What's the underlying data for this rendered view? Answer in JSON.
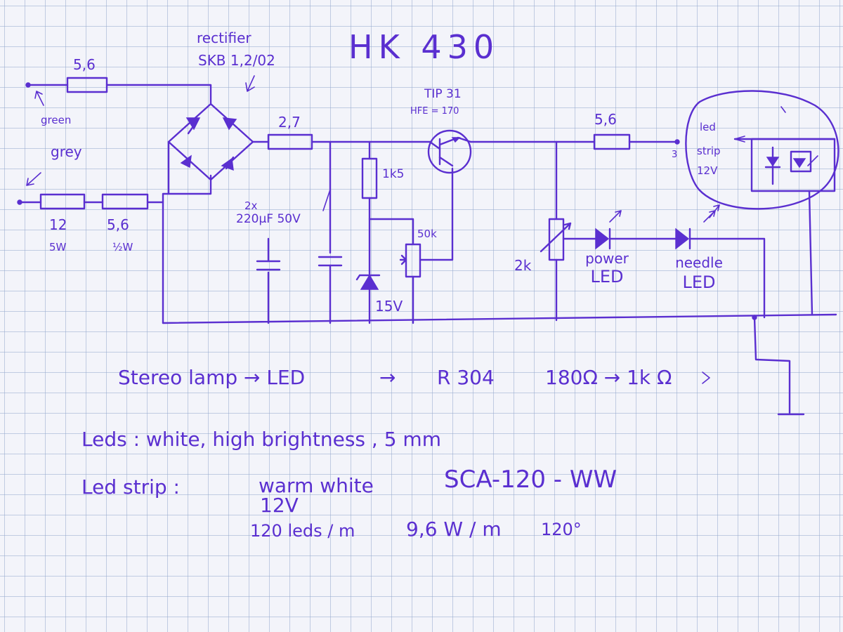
{
  "title": "HK 430",
  "labels": {
    "r_green": "5,6",
    "green": "green",
    "grey": "grey",
    "r_grey1": "12",
    "r_grey1_power": "5W",
    "r_grey2": "5,6",
    "r_grey2_power": "½W",
    "rectifier": "rectifier",
    "rectifier_part": "SKB 1,2/02",
    "r_after_rect": "2,7",
    "caps_count": "2x",
    "caps_value": "220μF 50V",
    "r_1k5": "1k5",
    "zener": "15V",
    "transistor": "TIP 31",
    "hfe": "HFE = 170",
    "pot": "50k",
    "r_out": "5,6",
    "trimmer": "2k",
    "power_led_1": "power",
    "power_led_2": "LED",
    "needle_led_1": "needle",
    "needle_led_2": "LED",
    "led_strip_1": "led",
    "led_strip_2": "strip",
    "led_strip_3": "12V",
    "terminal_3": "3"
  },
  "notes": {
    "stereo_1": "Stereo lamp → LED",
    "stereo_2": "→",
    "stereo_3": "R 304",
    "stereo_4": "180Ω → 1k Ω",
    "leds": "Leds : white, high brightness , 5 mm",
    "strip_label": "Led strip :",
    "strip_color": "warm white",
    "strip_model": "SCA-120 - WW",
    "strip_voltage": "12V",
    "strip_spec_1": "120 leds / m",
    "strip_spec_2": "9,6 W / m",
    "strip_spec_3": "120°"
  },
  "colors": {
    "ink": "#5a2fd0",
    "paper": "#f3f4fa",
    "grid": "#96aacd"
  }
}
